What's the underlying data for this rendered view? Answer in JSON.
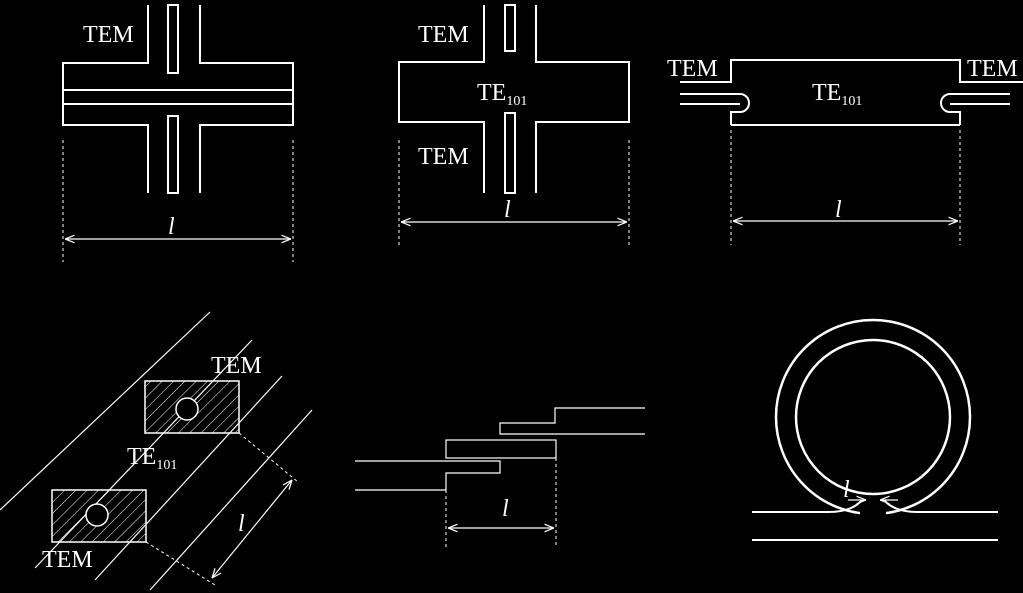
{
  "colors": {
    "background": "#000000",
    "stroke": "#ffffff"
  },
  "labels": {
    "tem": "TEM",
    "te": "TE",
    "te_sub": "101",
    "length": "l"
  }
}
